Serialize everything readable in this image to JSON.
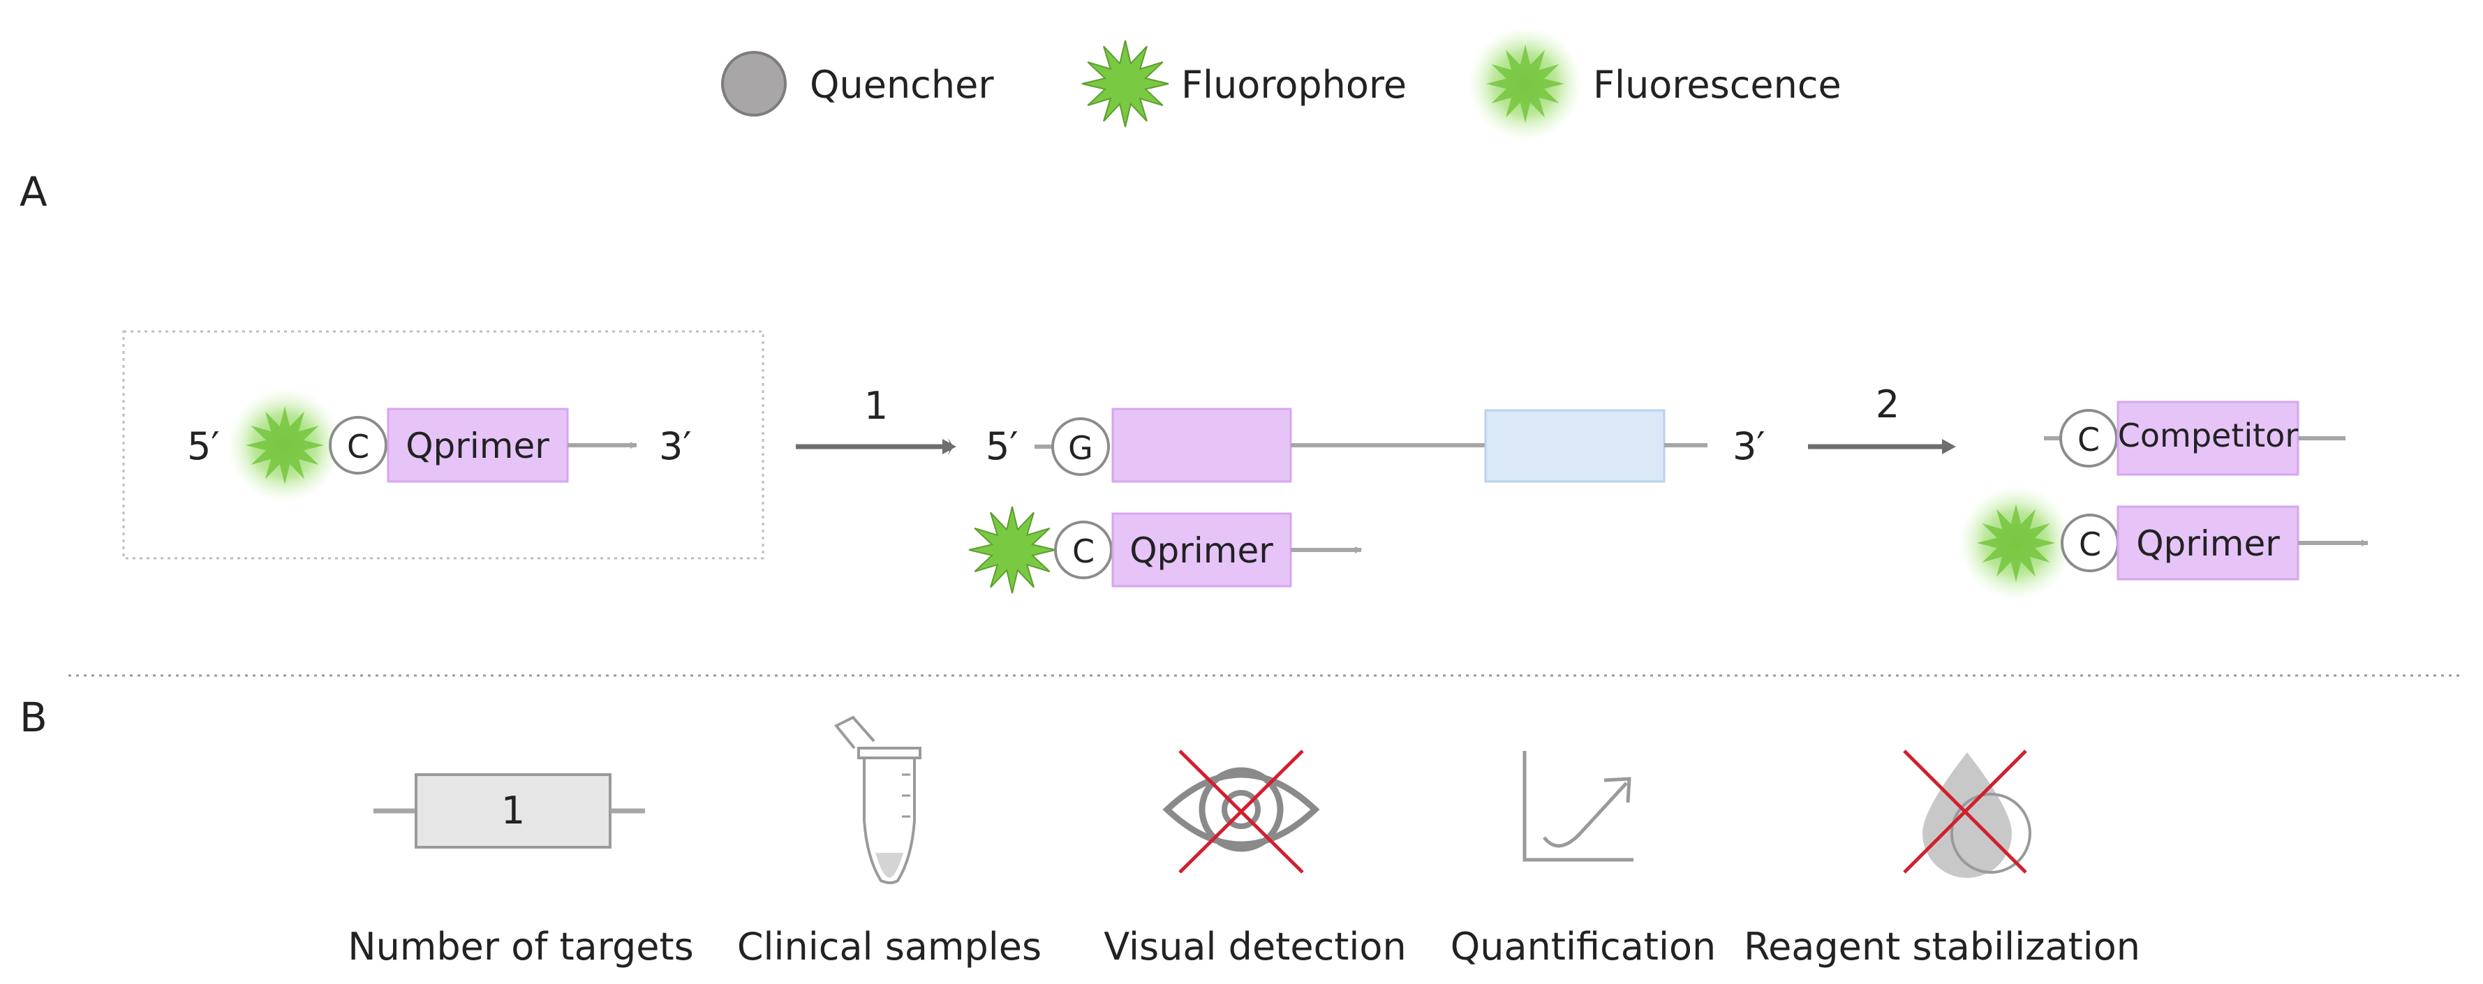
{
  "legend": {
    "quencher_label": "Quencher",
    "fluorophore_label": "Fluorophore",
    "fluorescence_label": "Fluorescence"
  },
  "panel_a": {
    "label": "A",
    "probe": {
      "five_prime": "5′",
      "base": "C",
      "primer_label": "Qprimer",
      "three_prime": "3′"
    },
    "step1": "1",
    "target": {
      "five_prime": "5′",
      "base": "G",
      "three_prime": "3′"
    },
    "annealed": {
      "base": "C",
      "primer_label": "Qprimer"
    },
    "step2": "2",
    "competitor": {
      "base": "C",
      "label": "Competitor"
    },
    "released": {
      "base": "C",
      "primer_label": "Qprimer"
    }
  },
  "panel_b": {
    "label": "B",
    "targets_count": "1",
    "captions": {
      "targets": "Number of targets",
      "clinical": "Clinical samples",
      "visual": "Visual detection",
      "quant": "Quantification",
      "reagent": "Reagent stabilization"
    }
  },
  "colors": {
    "primer_fill": "#e6c4f8",
    "primer_stroke": "#d6a6f0",
    "target_blue_fill": "#dbe8f7",
    "target_blue_stroke": "#b8d2ee",
    "fluorophore": "#7ac943",
    "glow": "#9fe06f",
    "quencher": "#a8a6a6",
    "cross": "#d21f2f",
    "line_gray": "#a6a6a6",
    "arrow_dark": "#6e6e6e"
  }
}
